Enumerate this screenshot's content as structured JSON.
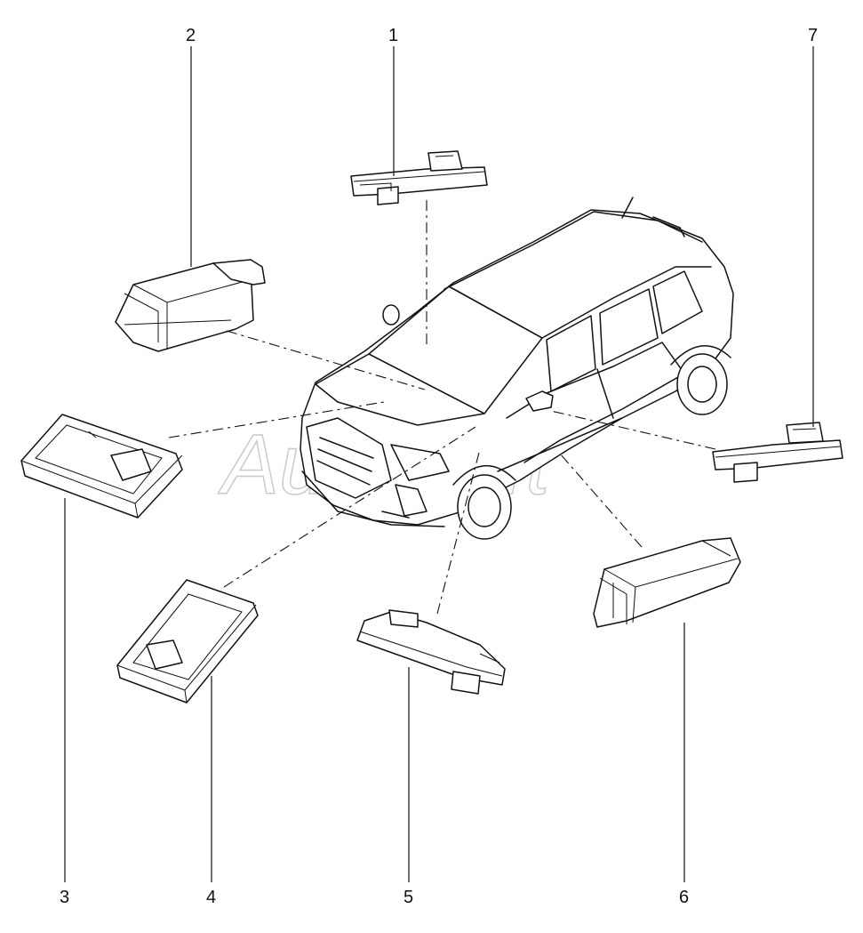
{
  "watermark": "AutoSoft",
  "callouts": [
    "1",
    "2",
    "3",
    "4",
    "5",
    "6",
    "7"
  ]
}
